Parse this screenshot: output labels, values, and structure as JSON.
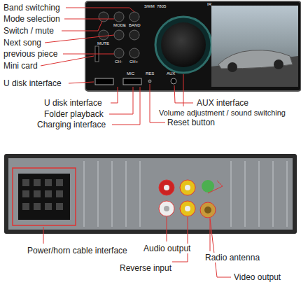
{
  "diagram": {
    "labels": [
      "Band switching",
      "Mode selection",
      "Switch / mute",
      "Next song",
      "previous piece",
      "Mini card",
      "U disk interface",
      "U disk interface",
      "Folder playback",
      "Charging interface",
      "AUX interface",
      "Volume adjustment / sound switching",
      "Reset button",
      "Power/horn cable interface",
      "Audio output",
      "Radio antenna",
      "Reverse input",
      "Video output",
      "SWM",
      "7805",
      "MODE",
      "BAND",
      "MUTE",
      "CH-",
      "CH+",
      "AUX",
      "RES",
      "MIC",
      "IR"
    ]
  }
}
